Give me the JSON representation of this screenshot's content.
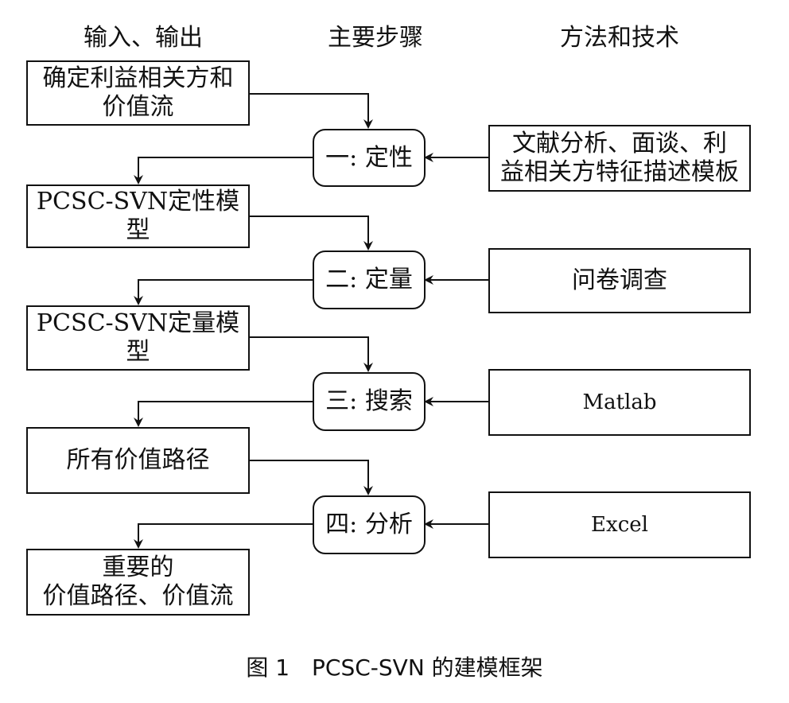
{
  "headers": {
    "left": "输入、输出",
    "middle": "主要步骤",
    "right": "方法和技术"
  },
  "inputs": [
    {
      "line1": "确定利益相关方和",
      "line2": "价值流"
    },
    {
      "line1": "PCSC-SVN定性模型",
      "line2": ""
    },
    {
      "line1": "PCSC-SVN定量模型",
      "line2": ""
    },
    {
      "line1": "所有价值路径",
      "line2": ""
    },
    {
      "line1": "重要的",
      "line2": "价值路径、价值流"
    }
  ],
  "steps": [
    {
      "label": "一: 定性"
    },
    {
      "label": "二: 定量"
    },
    {
      "label": "三: 搜索"
    },
    {
      "label": "四: 分析"
    }
  ],
  "methods": [
    {
      "line1": "文献分析、面谈、利",
      "line2": "益相关方特征描述模板"
    },
    {
      "line1": "问卷调查",
      "line2": ""
    },
    {
      "line1": "Matlab",
      "line2": ""
    },
    {
      "line1": "Excel",
      "line2": ""
    }
  ],
  "caption": "图 1　PCSC-SVN 的建模框架"
}
